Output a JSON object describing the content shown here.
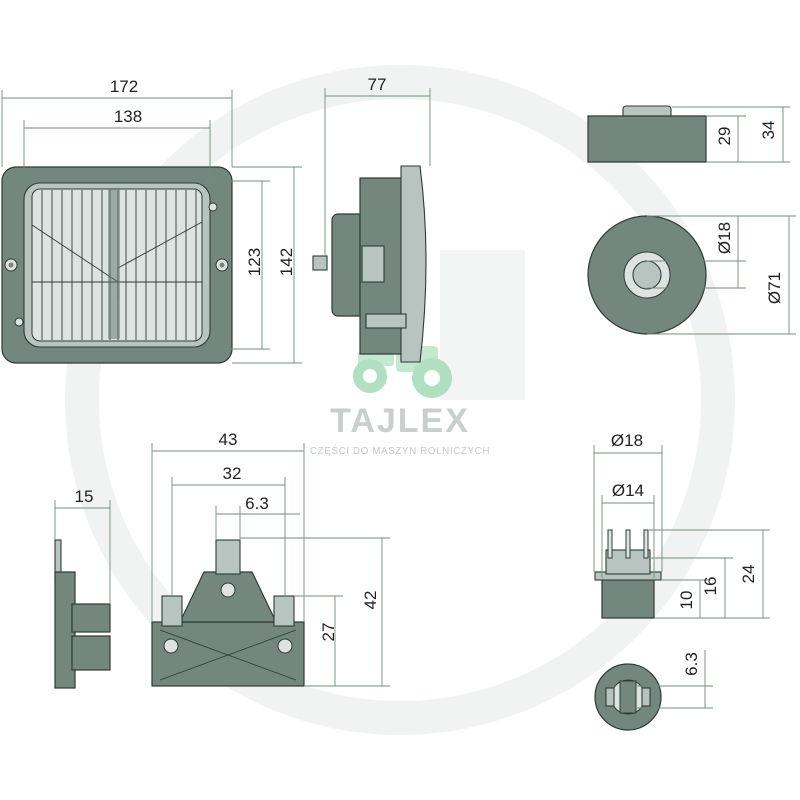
{
  "dimensions": {
    "lamp_width_total": "172",
    "lamp_width_inner": "138",
    "lamp_height_inner": "123",
    "lamp_height_total": "142",
    "lamp_depth": "77",
    "cap_height_body": "29",
    "cap_height_total": "34",
    "cap_hole_dia": "Ø18",
    "cap_outer_dia": "Ø71",
    "socket_plate_depth": "15",
    "socket_width_total": "43",
    "socket_width_pins": "32",
    "socket_tab_width": "6.3",
    "socket_height_pins": "27",
    "socket_height_total": "42",
    "bulb_base_dia": "Ø18",
    "bulb_pin_span": "Ø14",
    "bulb_collar_h": "10",
    "bulb_pins_h": "16",
    "bulb_total_h": "24",
    "bulb_slot_w": "6.3"
  },
  "watermark": {
    "brand": "TAJLEX",
    "tagline": "CZĘŚCI DO MASZYN ROLNICZYCH"
  },
  "colors": {
    "part_fill": "#73877e",
    "dimension_line": "#6f8f78",
    "watermark_gray": "#c9cfcc",
    "watermark_green": "#a8dcbc"
  }
}
